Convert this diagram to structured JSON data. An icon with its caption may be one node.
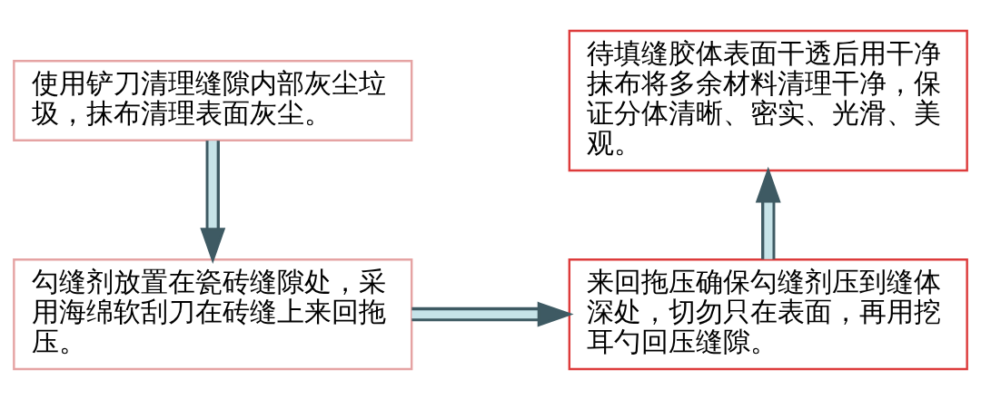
{
  "diagram": {
    "nodes": [
      {
        "text": [
          "使用铲刀清理缝隙内部灰尘垃圾，抹布清理表面灰尘。"
        ]
      },
      {
        "text": [
          "勾缝剂放置在瓷砖缝隙处，采用海绵软刮刀在砖缝上来回拖压。"
        ]
      },
      {
        "text": [
          "来回拖压确保勾缝剂压到缝体深处，切勿只在表面，再用挖耳勺回压缝隙。"
        ]
      },
      {
        "text": [
          "待填缝胶体表面干透后用干净抹布将多余材料清理干净，保证分体清晰、密实、光滑、美观。"
        ]
      }
    ],
    "edges": [
      {
        "from": 0,
        "to": 1,
        "arrow": "to"
      },
      {
        "from": 1,
        "to": 2,
        "arrow": "to"
      },
      {
        "from": 2,
        "to": 3,
        "arrow": "to"
      }
    ]
  }
}
